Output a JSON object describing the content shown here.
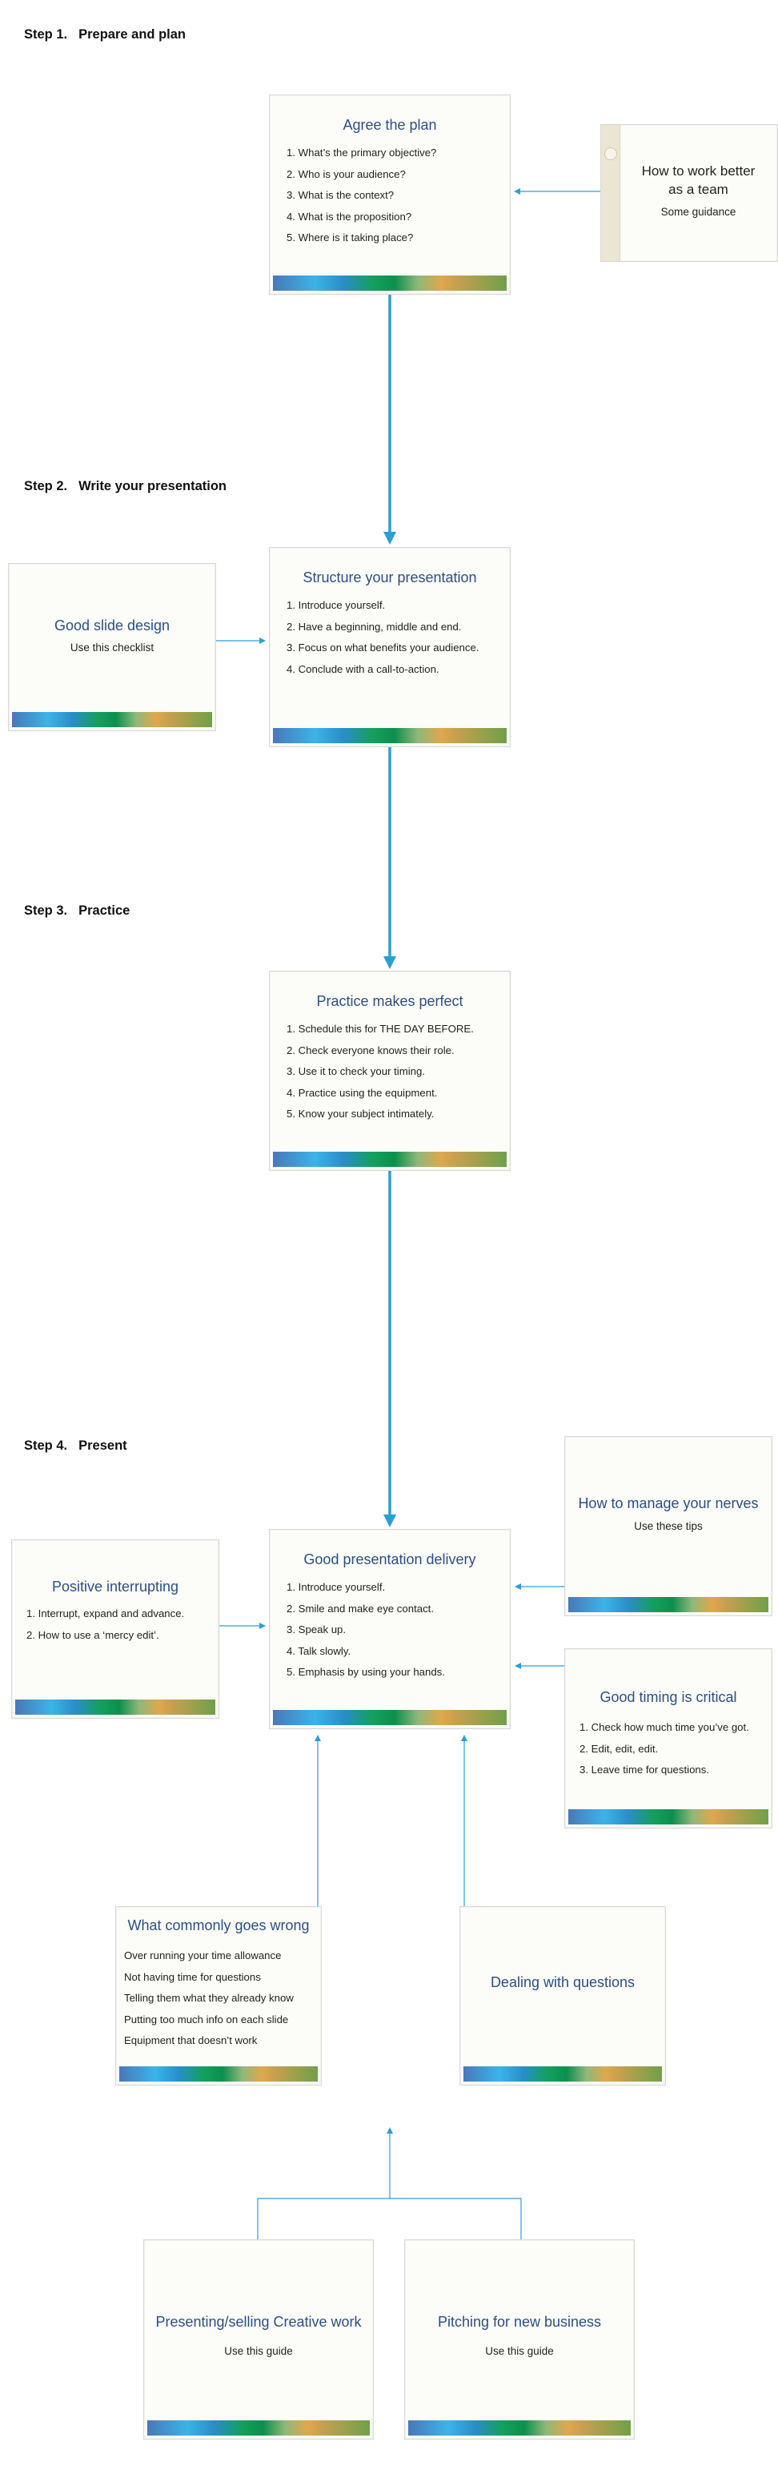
{
  "steps": [
    {
      "num": "Step 1.",
      "label": "Prepare and plan"
    },
    {
      "num": "Step 2.",
      "label": "Write your presentation"
    },
    {
      "num": "Step 3.",
      "label": "Practice"
    },
    {
      "num": "Step 4.",
      "label": "Present"
    }
  ],
  "agree": {
    "title": "Agree the plan",
    "items": [
      "1. What’s the  primary objective?",
      "2. Who is your audience?",
      "3. What is the context?",
      "4. What is the proposition?",
      "5. Where is it taking place?"
    ]
  },
  "teamwork": {
    "title_line1": "How to work better",
    "title_line2": "as a team",
    "subtitle": "Some guidance"
  },
  "structure": {
    "title": "Structure your presentation",
    "items": [
      "1. Introduce yourself.",
      "2. Have a beginning, middle and end.",
      "3. Focus on what benefits your audience.",
      "4. Conclude with  a call-to-action."
    ]
  },
  "slide_design": {
    "title": "Good slide design",
    "subtitle": "Use this checklist"
  },
  "practice": {
    "title": "Practice makes perfect",
    "items": [
      "1. Schedule this for THE DAY BEFORE.",
      "2. Check everyone knows their role.",
      "3. Use it to check your timing.",
      "4. Practice using the equipment.",
      "5. Know your subject intimately."
    ]
  },
  "nerves": {
    "title": "How to manage your nerves",
    "subtitle": "Use these tips"
  },
  "delivery": {
    "title": "Good presentation delivery",
    "items": [
      "1. Introduce yourself.",
      "2. Smile and make eye contact.",
      "3. Speak up.",
      "4. Talk slowly.",
      "5. Emphasis by using your hands."
    ]
  },
  "interrupting": {
    "title": "Positive interrupting",
    "items": [
      "1. Interrupt, expand and advance.",
      "2. How to use a ‘mercy  edit’."
    ]
  },
  "timing": {
    "title": "Good timing is critical",
    "items": [
      "1. Check how much time you’ve got.",
      "2. Edit, edit, edit.",
      "3. Leave time for questions."
    ]
  },
  "wrong": {
    "title": "What commonly goes wrong",
    "items": [
      "Over running your time allowance",
      "Not having time for questions",
      "Telling them what they already know",
      "Putting too much info on each slide",
      "Equipment that doesn’t work"
    ]
  },
  "questions": {
    "title": "Dealing with questions"
  },
  "creative": {
    "title": "Presenting/selling Creative work",
    "subtitle": "Use this guide"
  },
  "pitching": {
    "title": "Pitching for new business",
    "subtitle": "Use this guide"
  },
  "colors": {
    "connector": "#2a9fd6",
    "title": "#2c4f84"
  }
}
